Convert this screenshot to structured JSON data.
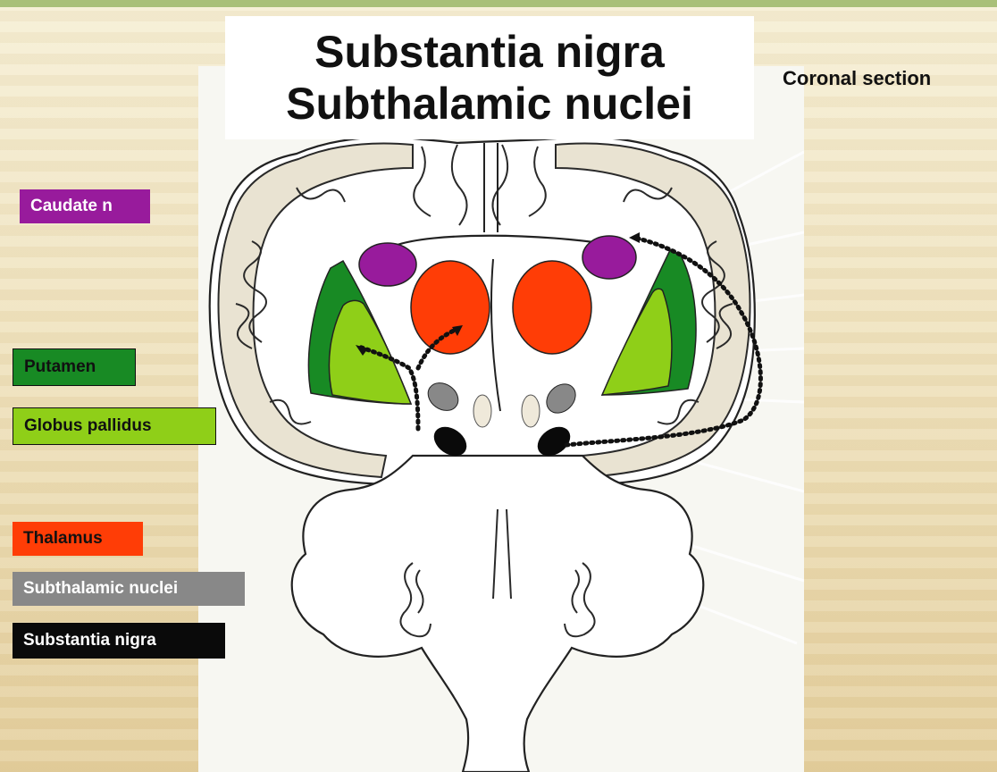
{
  "title": {
    "line1": "Substantia nigra",
    "line2": "Subthalamic nuclei"
  },
  "subtitle": "Coronal section",
  "legend": [
    {
      "label": "Caudate n",
      "color": "#981b9c",
      "text_color": "#ffffff"
    },
    {
      "label": "Putamen",
      "color": "#188a24",
      "text_color": "#111111"
    },
    {
      "label": "Globus pallidus",
      "color": "#8fcf18",
      "text_color": "#111111"
    },
    {
      "label": "Thalamus",
      "color": "#ff3d06",
      "text_color": "#111111"
    },
    {
      "label": "Subthalamic nuclei",
      "color": "#888888",
      "text_color": "#ffffff"
    },
    {
      "label": "Substantia nigra",
      "color": "#0a0a0a",
      "text_color": "#ffffff"
    }
  ],
  "colors": {
    "cortex": "#e9e3d2",
    "panel": "#f7f7f2",
    "top_bar": "#a9c079"
  }
}
